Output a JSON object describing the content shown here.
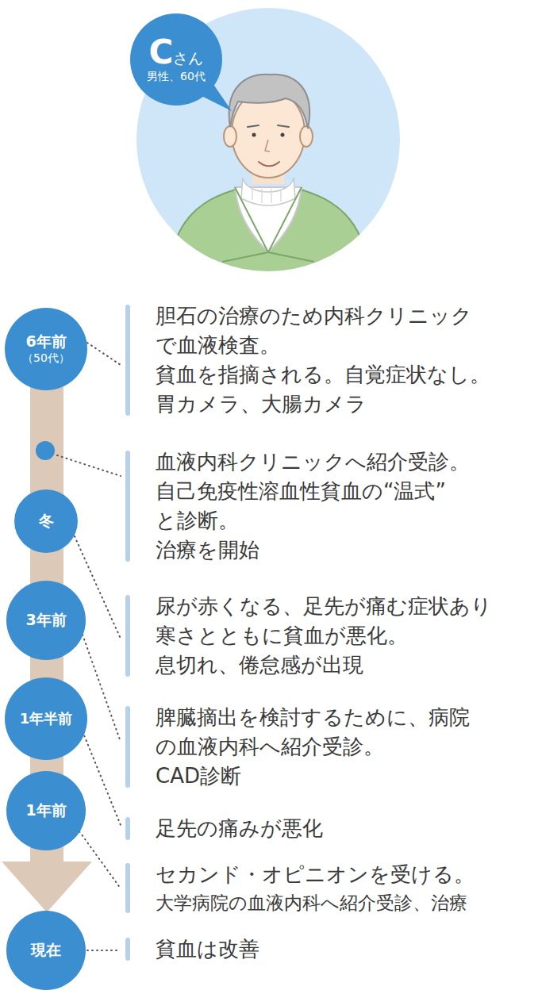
{
  "diagram": {
    "nodes": [
      {
        "text": [
          "C",
          "さん",
          "男性、60代"
        ]
      },
      {
        "text": [
          "6年前",
          "（50代）"
        ]
      },
      {
        "text": [
          "冬"
        ]
      },
      {
        "text": [
          "3年前"
        ]
      },
      {
        "text": [
          "1年半前"
        ]
      },
      {
        "text": [
          "1年前"
        ]
      },
      {
        "text": [
          "現在"
        ]
      }
    ],
    "labels": [
      "胆石の治療のため内科クリニック で血液検査。",
      "貧血を指摘される。自覚症状なし。",
      "胃カメラ、大腸カメラ",
      "血液内科クリニックへ紹介受診。",
      "自己免疫性溶血性貧血の“温式” と診断。",
      "治療を開始",
      "尿が赤くなる、足先が痛む症状あり",
      "寒さとともに貧血が悪化。",
      "息切れ、倦怠感が出現",
      "脾臓摘出を検討するために、病院 の血液内科へ紹介受診。",
      "CAD診断",
      "足先の痛みが悪化",
      "セカンド・オピニオンを受ける。",
      "大学病院の血液内科へ紹介受診、治療",
      "貧血は改善"
    ]
  }
}
